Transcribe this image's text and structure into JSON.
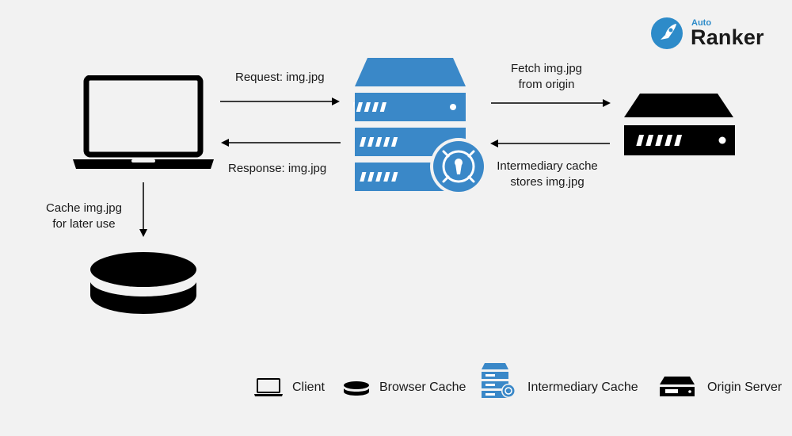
{
  "brand": {
    "small": "Auto",
    "big": "Ranker",
    "color": "#2d8bc9",
    "dark": "#1a1a1a"
  },
  "colors": {
    "accent": "#3a88c8",
    "black": "#000000",
    "background": "#f2f2f2"
  },
  "labels": {
    "request": "Request: img.jpg",
    "response": "Response: img.jpg",
    "fetch_line1": "Fetch img.jpg",
    "fetch_line2": "from origin",
    "stores_line1": "Intermediary cache",
    "stores_line2": "stores img.jpg",
    "cache_line1": "Cache img.jpg",
    "cache_line2": "for later use"
  },
  "legend": {
    "client": "Client",
    "browser_cache": "Browser Cache",
    "intermediary_cache": "Intermediary Cache",
    "origin_server": "Origin Server"
  },
  "icons": {
    "client": "laptop-icon",
    "browser_cache": "disk-icon",
    "intermediary_cache": "cache-server-icon",
    "origin_server": "origin-server-icon",
    "brand": "rocket-logo-icon"
  }
}
